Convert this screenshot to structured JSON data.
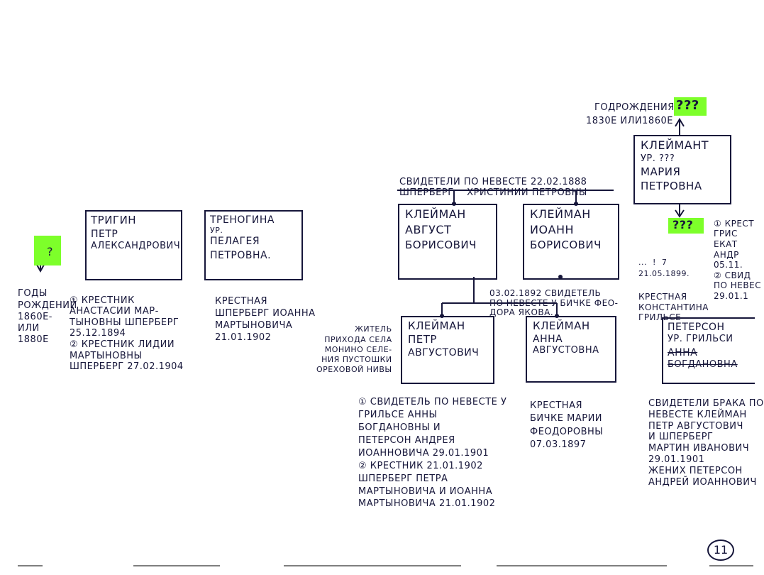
{
  "top_right": {
    "birth_label": "годрождения",
    "birth_years": "1830е или1860е",
    "unknown": "???"
  },
  "persons": {
    "kleimant": {
      "lines": [
        "Клеймант",
        "ур. ???",
        "Мария",
        "Петровна"
      ]
    },
    "trigin": {
      "lines": [
        "Тригин",
        "Петр",
        "Александрович"
      ]
    },
    "trenogina": {
      "lines": [
        "Треногина",
        "ур.",
        "Пелагея",
        "Петровна."
      ]
    },
    "august": {
      "lines": [
        "Клейман",
        "Август",
        "Борисович"
      ]
    },
    "ioann": {
      "lines": [
        "Клейман",
        "Иоанн",
        "Борисович"
      ]
    },
    "petr": {
      "lines": [
        "Клейман",
        "Петр",
        "Августович"
      ]
    },
    "anna": {
      "lines": [
        "Клейман",
        "Анна",
        "Августовна"
      ]
    },
    "peterson": {
      "lines": [
        "Петерсон",
        "ур. Грильси",
        "Анна",
        "Богдановна"
      ]
    }
  },
  "notes": {
    "witness_top": [
      "свидетели по невесте 22.02.1888",
      "Шперберг    Христинии Петровны"
    ],
    "years_left": [
      "годы",
      "рождений",
      "1860е-",
      "или",
      "1880е"
    ],
    "trigin_notes": [
      "① Крестник",
      "Анастасии Мар-",
      "тыновны Шперберг",
      "25.12.1894",
      "② Крестник Лидии",
      "Мартыновны",
      "Шперберг 27.02.1904"
    ],
    "trenogina_notes": [
      "крестная",
      "Шперберг Иоанна",
      "Мартыновича",
      "21.01.1902"
    ],
    "ioann_witness": [
      "03.02.1892 свидетель",
      "по невесте у Бичке Фео-",
      "дора Якова."
    ],
    "resident": [
      "житель",
      "прихода села",
      "Монино селе-",
      "ния Пустошки",
      "Ореховой Нивы"
    ],
    "petr_notes": [
      "① свидетель по невесте у",
      "Грильсе Анны",
      "Богдановны и",
      "Петерсон Андрея",
      "Иоанновича 29.01.1901",
      "② Крестник 21.01.1902",
      "Шперберг Петра",
      "Мартыновича и Иоанна",
      "Мартыновича 21.01.1902"
    ],
    "anna_notes": [
      "крестная",
      "Бичке Марии",
      "Феодоровны",
      "07.03.1897"
    ],
    "right_small": [
      "...  !  7",
      "21.05.1899."
    ],
    "godmother": [
      "Крестная",
      "Константина",
      "Грильсе"
    ],
    "right_edge": [
      "① Крест",
      "Грис",
      "Екат",
      "Андр",
      "05.11.",
      "② Свид",
      "по невес",
      "29.01.1"
    ],
    "peterson_notes": [
      "свидетели брака по",
      "невесте Клейман",
      "Петр Августович",
      "и Шперберг",
      "Мартин Иванович",
      "29.01.1901",
      "жених Петерсон",
      "Андрей Иоаннович"
    ]
  },
  "page_number": "11"
}
